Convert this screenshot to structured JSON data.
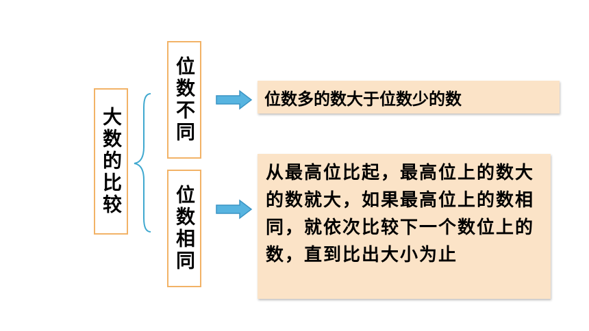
{
  "root": {
    "label": "大数的比较"
  },
  "branches": [
    {
      "label": "位数不同",
      "result": "位数多的数大于位数少的数"
    },
    {
      "label": "位数相同",
      "result": "从最高位比起，最高位上的数大的数就大，如果最高位上的数相同，就依次比较下一个数位上的数，直到比出大小为止"
    }
  ],
  "colors": {
    "box_border": "#f2b266",
    "panel_fill": "#fbe3c7",
    "brace": "#3fa8cf",
    "arrow_fill": "#57b4e0",
    "arrow_stroke": "#3a94c4"
  }
}
